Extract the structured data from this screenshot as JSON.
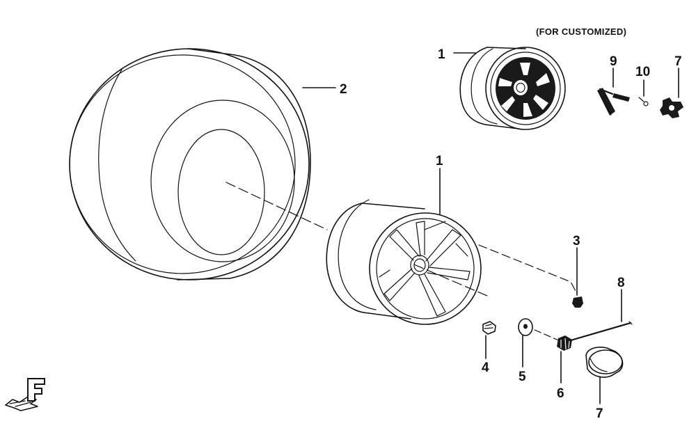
{
  "diagram": {
    "note": "(FOR CUSTOMIZED)",
    "callouts": {
      "c1_top": "1",
      "c2": "2",
      "c9": "9",
      "c10": "10",
      "c7_top": "7",
      "c1_main": "1",
      "c3": "3",
      "c8": "8",
      "c4": "4",
      "c5": "5",
      "c6": "6",
      "c7_bottom": "7"
    },
    "orientation_letter": "F",
    "ink_color": "#111111",
    "background_color": "#ffffff"
  }
}
